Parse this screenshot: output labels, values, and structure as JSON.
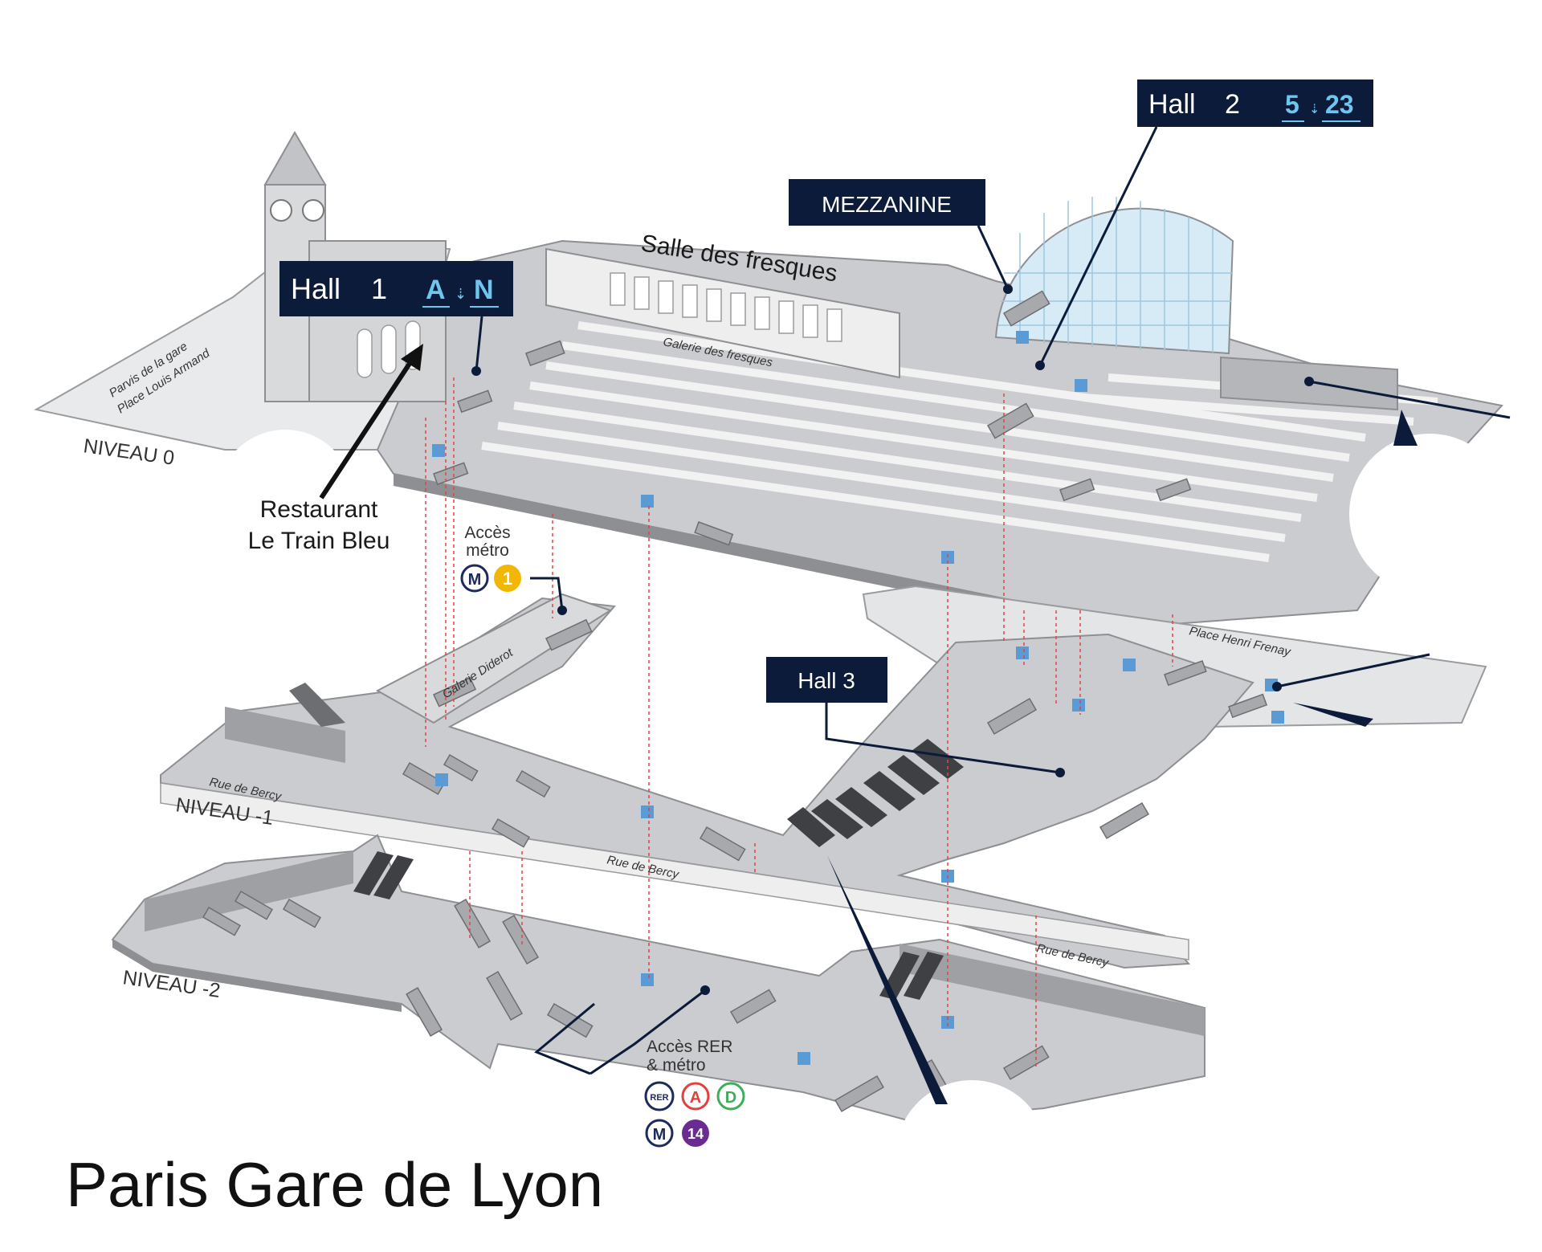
{
  "title": "Paris Gare de Lyon",
  "levels": {
    "level0": "NIVEAU 0",
    "level_minus1": "NIVEAU -1",
    "level_minus2": "NIVEAU -2"
  },
  "halls": {
    "hall1": {
      "name": "Hall",
      "number": "1",
      "tracks_from": "A",
      "tracks_to": "N"
    },
    "hall2": {
      "name": "Hall",
      "number": "2",
      "tracks_from": "5",
      "tracks_to": "23"
    },
    "hall3": {
      "name": "Hall 3"
    },
    "mezzanine": "MEZZANINE"
  },
  "annotations": {
    "salle_des_fresques": "Salle des fresques",
    "restaurant_line1": "Restaurant",
    "restaurant_line2": "Le Train Bleu",
    "acces_metro_line1": "Accès",
    "acces_metro_line2": "métro",
    "acces_rer_line1": "Accès RER",
    "acces_rer_line2": "& métro"
  },
  "streets": {
    "parvis_line1": "Parvis de la gare",
    "parvis_line2": "Place Louis Armand",
    "galerie_fresques": "Galerie des fresques",
    "galerie_diderot": "Galerie Diderot",
    "rue_de_bercy_a": "Rue de Bercy",
    "rue_de_bercy_b": "Rue de Bercy",
    "rue_de_bercy_c": "Rue de Bercy",
    "place_henri_frenay": "Place Henri Frenay"
  },
  "transit_badges": {
    "metro_letter": "M",
    "metro_line_1": "1",
    "rer_label": "RER",
    "rer_a": "A",
    "rer_d": "D",
    "metro_line_14": "14"
  },
  "colors": {
    "label_bg": "#0d1b3a",
    "track_accent": "#6ec6f0",
    "floor": "#c9cacc",
    "floor_light": "#e6e7e8",
    "wall": "#8d8e91",
    "metro_1": "#f2b705",
    "rer_a": "#e2413b",
    "rer_d": "#3cae5a",
    "metro_14": "#6b2c91",
    "elevator": "#5b9bd5",
    "dashed_link": "#e04545"
  }
}
